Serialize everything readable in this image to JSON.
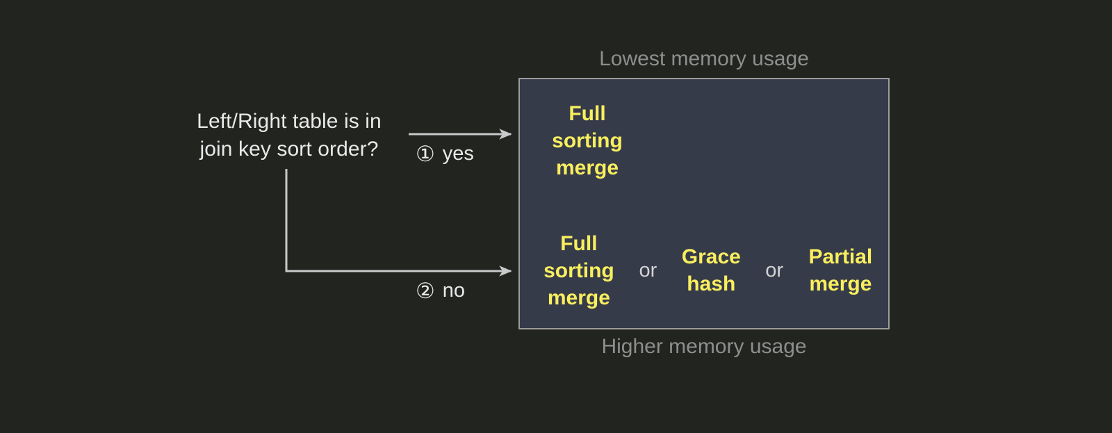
{
  "diagram": {
    "question": "Left/Right table is in\njoin key sort order?",
    "branches": [
      {
        "marker": "①",
        "label": "yes"
      },
      {
        "marker": "②",
        "label": "no"
      }
    ],
    "captions": {
      "top": "Lowest memory usage",
      "bottom": "Higher memory usage"
    },
    "options_box": {
      "rows": [
        {
          "items": [
            {
              "type": "option",
              "text": "Full\nsorting\nmerge"
            }
          ]
        },
        {
          "items": [
            {
              "type": "option",
              "text": "Full\nsorting\nmerge"
            },
            {
              "type": "separator",
              "text": "or"
            },
            {
              "type": "option",
              "text": "Grace\nhash"
            },
            {
              "type": "separator",
              "text": "or"
            },
            {
              "type": "option",
              "text": "Partial\nmerge"
            }
          ]
        }
      ]
    },
    "colors": {
      "background": "#222420",
      "box_fill": "#363b4a",
      "box_border": "#9c9c9c",
      "option_text": "#f9ef5e",
      "separator_text": "#d3d3d3",
      "body_text": "#e9e9e9",
      "caption_text": "#8e8e8e",
      "connector": "#c9c9c9"
    }
  }
}
